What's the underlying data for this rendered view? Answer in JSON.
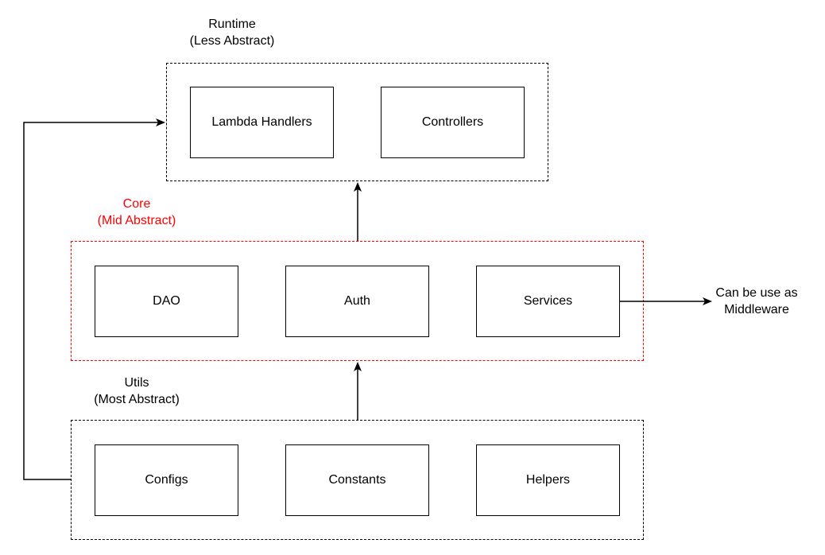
{
  "diagram": {
    "groups": {
      "runtime": {
        "title": "Runtime",
        "subtitle": "(Less Abstract)",
        "border_color": "#000000",
        "nodes": {
          "lambda_handlers": "Lambda Handlers",
          "controllers": "Controllers"
        }
      },
      "core": {
        "title": "Core",
        "subtitle": "(Mid Abstract)",
        "border_color": "#ff0000",
        "nodes": {
          "dao": "DAO",
          "auth": "Auth",
          "services": "Services"
        }
      },
      "utils": {
        "title": "Utils",
        "subtitle": "(Most Abstract)",
        "border_color": "#000000",
        "nodes": {
          "configs": "Configs",
          "constants": "Constants",
          "helpers": "Helpers"
        }
      }
    },
    "external": {
      "middleware_line1": "Can be use as",
      "middleware_line2": "Middleware"
    },
    "edges": [
      {
        "from": "utils",
        "to": "core"
      },
      {
        "from": "core",
        "to": "runtime"
      },
      {
        "from": "utils",
        "to": "runtime"
      },
      {
        "from": "services",
        "to": "middleware"
      }
    ]
  }
}
